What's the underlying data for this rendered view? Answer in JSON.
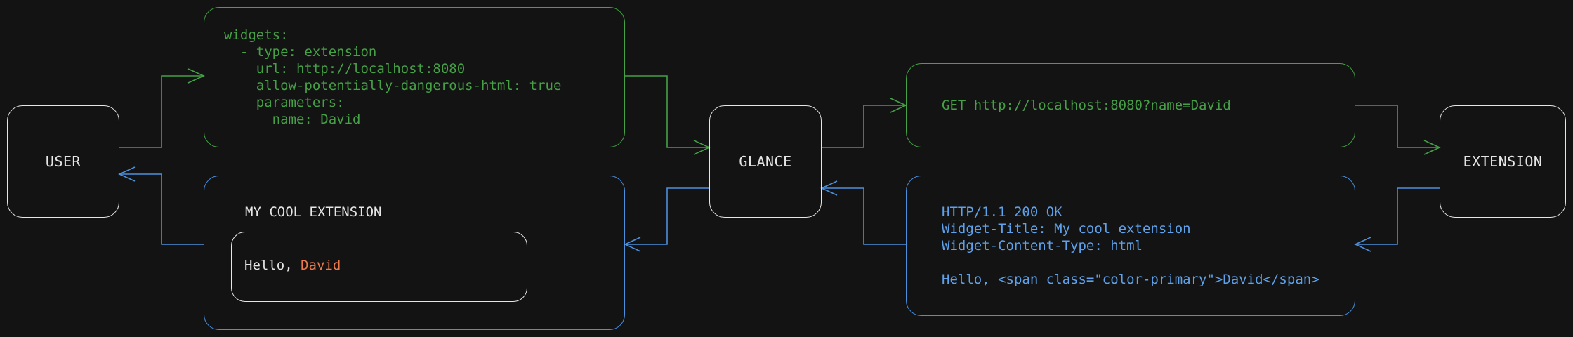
{
  "nodes": {
    "user": "USER",
    "glance": "GLANCE",
    "extension": "EXTENSION"
  },
  "config": {
    "lines": [
      "widgets:",
      "  - type: extension",
      "    url: http://localhost:8080",
      "    allow-potentially-dangerous-html: true",
      "    parameters:",
      "      name: David"
    ]
  },
  "request": {
    "line": "GET http://localhost:8080?name=David"
  },
  "response": {
    "lines": [
      "HTTP/1.1 200 OK",
      "Widget-Title: My cool extension",
      "Widget-Content-Type: html",
      "",
      "Hello, <span class=\"color-primary\">David</span>"
    ]
  },
  "widget": {
    "title": "MY COOL EXTENSION",
    "greeting": "Hello, ",
    "name": "David"
  },
  "colors": {
    "background": "#131313",
    "request_flow": "#45a046",
    "response_flow": "#4c8fdc",
    "node_border": "#e6e6e6",
    "primary_accent": "#ee7a4c"
  }
}
